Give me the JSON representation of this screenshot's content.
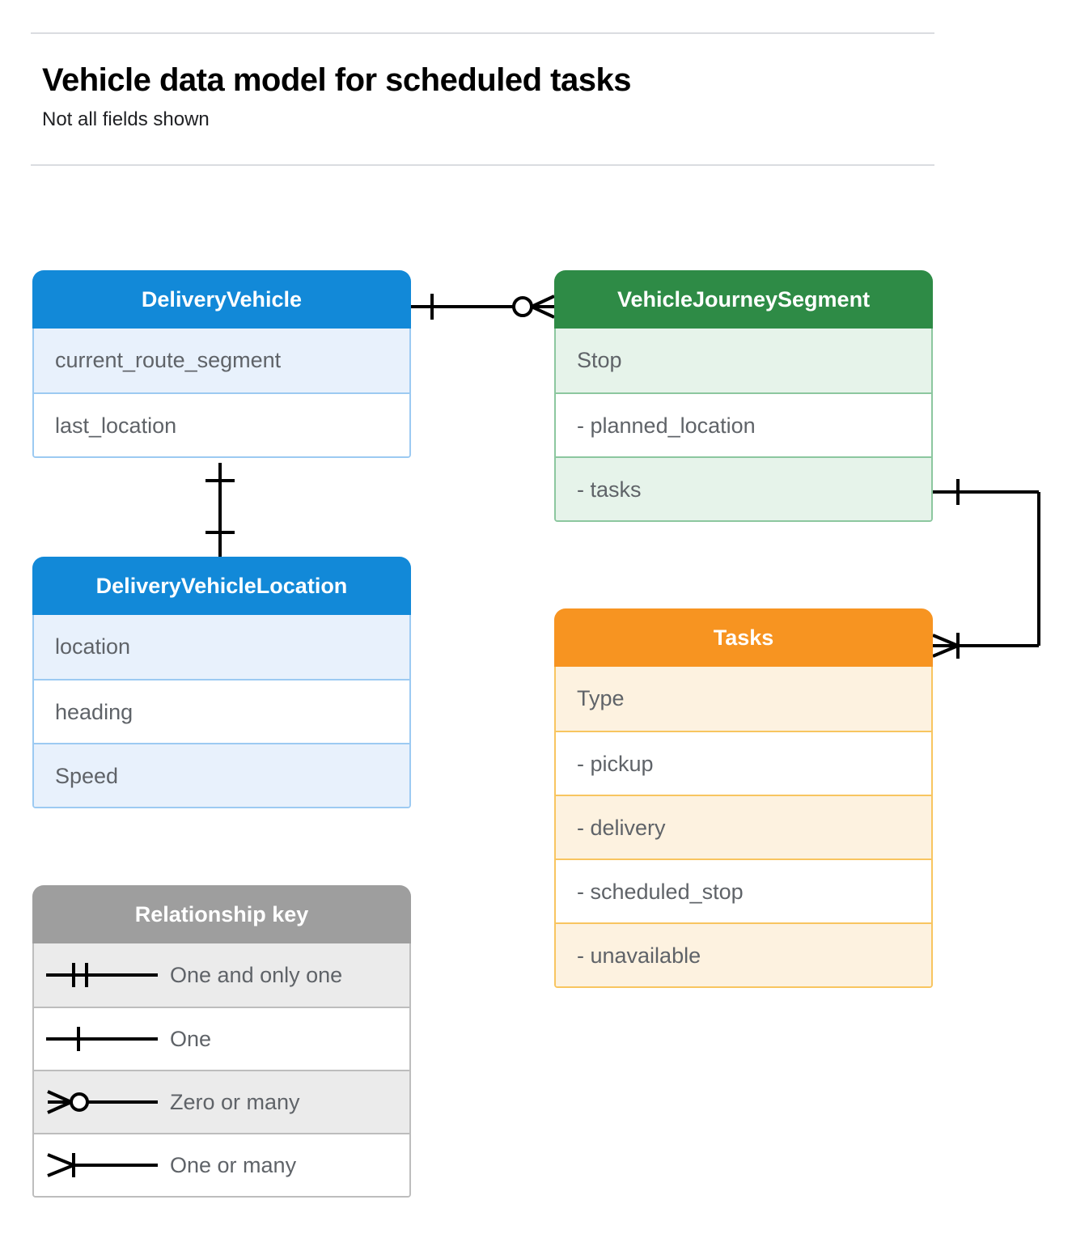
{
  "header": {
    "title": "Vehicle data model for scheduled tasks",
    "subtitle": "Not all fields shown"
  },
  "colors": {
    "blue_header": "#1289D8",
    "blue_row": "#E8F1FC",
    "blue_border": "#9CCAF2",
    "green_header": "#2E8B46",
    "green_row": "#E6F3EA",
    "green_border": "#8CC79F",
    "orange_header": "#F79421",
    "orange_row": "#FDF2E0",
    "orange_border": "#F8C560",
    "gray_header": "#9E9E9E",
    "gray_row": "#EBEBEB",
    "gray_border": "#BDBDBD",
    "field_text": "#5F6368",
    "rule": "#DADCE0"
  },
  "entities": [
    {
      "id": "delivery-vehicle",
      "name": "DeliveryVehicle",
      "color": "blue",
      "fields": [
        "current_route_segment",
        "last_location"
      ]
    },
    {
      "id": "vehicle-journey-segment",
      "name": "VehicleJourneySegment",
      "color": "green",
      "fields": [
        "Stop",
        "-  planned_location",
        "- tasks"
      ]
    },
    {
      "id": "delivery-vehicle-location",
      "name": "DeliveryVehicleLocation",
      "color": "blue",
      "fields": [
        "location",
        "heading",
        "Speed"
      ]
    },
    {
      "id": "tasks",
      "name": "Tasks",
      "color": "orange",
      "fields": [
        "Type",
        "-  pickup",
        "-  delivery",
        "-  scheduled_stop",
        "-  unavailable"
      ]
    }
  ],
  "legend": {
    "title": "Relationship key",
    "items": [
      {
        "symbol": "one-and-only-one",
        "label": "One and only one"
      },
      {
        "symbol": "one",
        "label": "One"
      },
      {
        "symbol": "zero-or-many",
        "label": "Zero or many"
      },
      {
        "symbol": "one-or-many",
        "label": "One or many"
      }
    ]
  },
  "relationships": [
    {
      "id": "vehicle-to-journey-segment",
      "from": "DeliveryVehicle",
      "to": "VehicleJourneySegment",
      "from_cardinality": "One",
      "to_cardinality": "Zero or many"
    },
    {
      "id": "vehicle-to-vehicle-location",
      "from": "DeliveryVehicle",
      "to": "DeliveryVehicleLocation",
      "from_cardinality": "One",
      "to_cardinality": "One"
    },
    {
      "id": "journey-segment-tasks-to-tasks",
      "from": "VehicleJourneySegment.tasks",
      "to": "Tasks",
      "from_cardinality": "One",
      "to_cardinality": "One or many"
    }
  ]
}
